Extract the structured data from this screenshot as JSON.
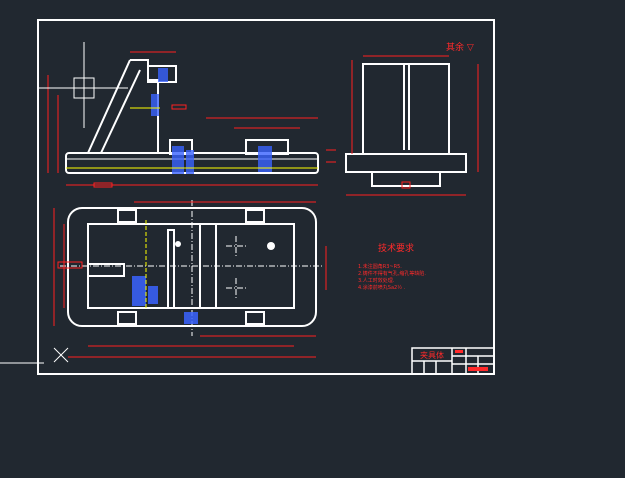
{
  "colors": {
    "background": "#212830",
    "border": "#ffffff",
    "dimension": "#ff2020",
    "centerline": "#ffffff",
    "hatch": "#3a63ff",
    "highlight": "#ffff00",
    "note_text": "#ff2a2a"
  },
  "icons": {
    "crosshair": "crosshair-cursor-icon",
    "ucs": "ucs-x-marker-icon"
  },
  "roughness_note": "其余 ▽",
  "tech": {
    "title": "技术要求",
    "items": [
      "1.未注圆角R3~R5.",
      "2.铸件不得有气孔,缩孔等缺陷.",
      "3.人工时效处理.",
      "4.涂漆前喷丸Sa2½ ."
    ]
  },
  "title_block": {
    "name": "夹具体"
  }
}
